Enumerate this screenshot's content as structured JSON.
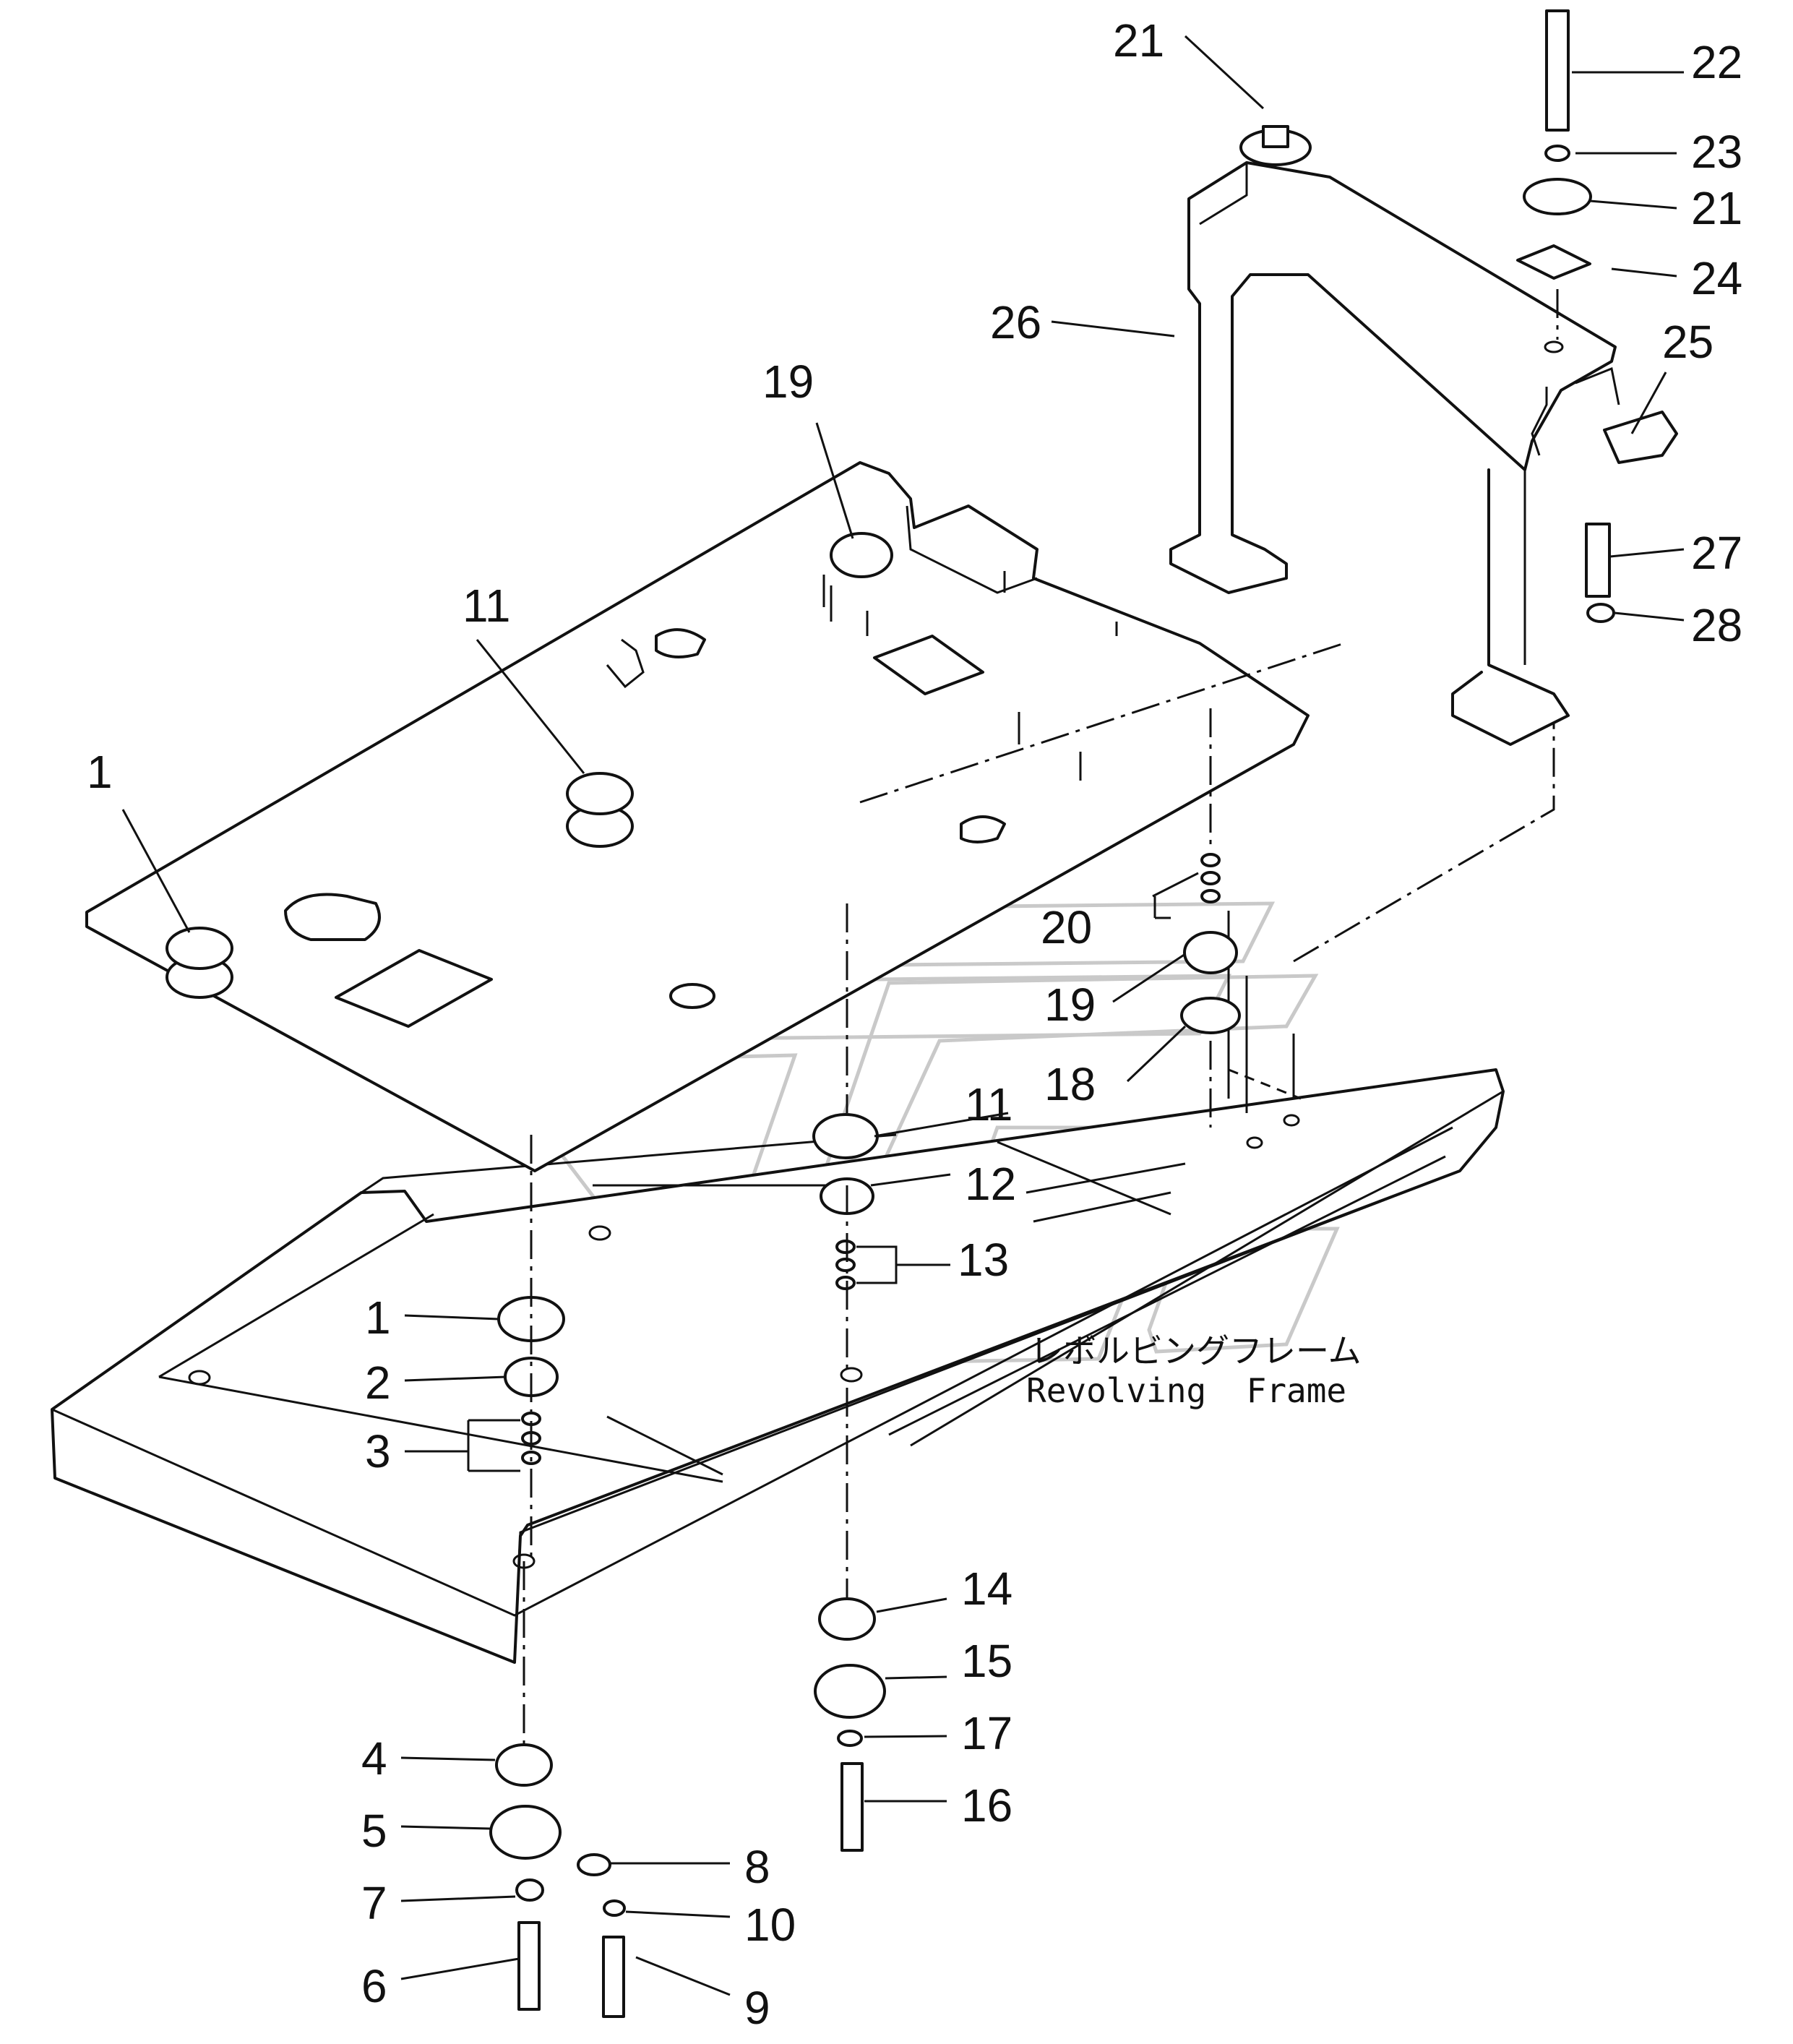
{
  "diagram": {
    "callouts": [
      {
        "id": "c1a",
        "text": "1"
      },
      {
        "id": "c1b",
        "text": "1"
      },
      {
        "id": "c2",
        "text": "2"
      },
      {
        "id": "c3",
        "text": "3"
      },
      {
        "id": "c4",
        "text": "4"
      },
      {
        "id": "c5",
        "text": "5"
      },
      {
        "id": "c6",
        "text": "6"
      },
      {
        "id": "c7",
        "text": "7"
      },
      {
        "id": "c8",
        "text": "8"
      },
      {
        "id": "c9",
        "text": "9"
      },
      {
        "id": "c10",
        "text": "10"
      },
      {
        "id": "c11a",
        "text": "11"
      },
      {
        "id": "c11b",
        "text": "11"
      },
      {
        "id": "c12",
        "text": "12"
      },
      {
        "id": "c13",
        "text": "13"
      },
      {
        "id": "c14",
        "text": "14"
      },
      {
        "id": "c15",
        "text": "15"
      },
      {
        "id": "c16",
        "text": "16"
      },
      {
        "id": "c17",
        "text": "17"
      },
      {
        "id": "c18",
        "text": "18"
      },
      {
        "id": "c19a",
        "text": "19"
      },
      {
        "id": "c19b",
        "text": "19"
      },
      {
        "id": "c20",
        "text": "20"
      },
      {
        "id": "c21a",
        "text": "21"
      },
      {
        "id": "c21b",
        "text": "21"
      },
      {
        "id": "c22",
        "text": "22"
      },
      {
        "id": "c23",
        "text": "23"
      },
      {
        "id": "c24",
        "text": "24"
      },
      {
        "id": "c25",
        "text": "25"
      },
      {
        "id": "c26",
        "text": "26"
      },
      {
        "id": "c27",
        "text": "27"
      },
      {
        "id": "c28",
        "text": "28"
      }
    ],
    "frame_label_jp": "レボルビングフレーム",
    "frame_label_en": "Revolving  Frame"
  }
}
